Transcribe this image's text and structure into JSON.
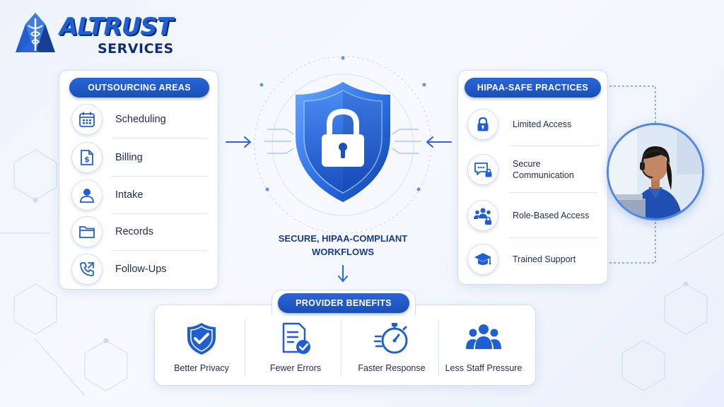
{
  "brand": {
    "name": "ALTRUST",
    "sub": "SERVICES"
  },
  "outsourcing": {
    "title": "OUTSOURCING AREAS",
    "items": [
      {
        "label": "Scheduling",
        "icon": "calendar-icon"
      },
      {
        "label": "Billing",
        "icon": "billing-document-icon"
      },
      {
        "label": "Intake",
        "icon": "person-icon"
      },
      {
        "label": "Records",
        "icon": "folder-icon"
      },
      {
        "label": "Follow-Ups",
        "icon": "phone-icon"
      }
    ]
  },
  "center": {
    "caption_line1": "SECURE, HIPAA-COMPLIANT",
    "caption_line2": "WORKFLOWS",
    "icon": "shield-lock-icon"
  },
  "practices": {
    "title": "HIPAA-SAFE PRACTICES",
    "items": [
      {
        "label": "Limited Access",
        "icon": "lock-icon"
      },
      {
        "label_line1": "Secure",
        "label_line2": "Communication",
        "icon": "chat-lock-icon"
      },
      {
        "label": "Role-Based Access",
        "icon": "group-lock-icon"
      },
      {
        "label": "Trained Support",
        "icon": "graduation-cap-icon"
      }
    ]
  },
  "benefits": {
    "title": "PROVIDER BENEFITS",
    "items": [
      {
        "label": "Better Privacy",
        "icon": "shield-check-icon"
      },
      {
        "label": "Fewer Errors",
        "icon": "document-check-icon"
      },
      {
        "label": "Faster Response",
        "icon": "stopwatch-icon"
      },
      {
        "label": "Less Staff Pressure",
        "icon": "team-icon"
      }
    ]
  },
  "colors": {
    "primary": "#1f5fd1",
    "dark": "#0e2f73",
    "panel_border": "#cfdcf2"
  }
}
